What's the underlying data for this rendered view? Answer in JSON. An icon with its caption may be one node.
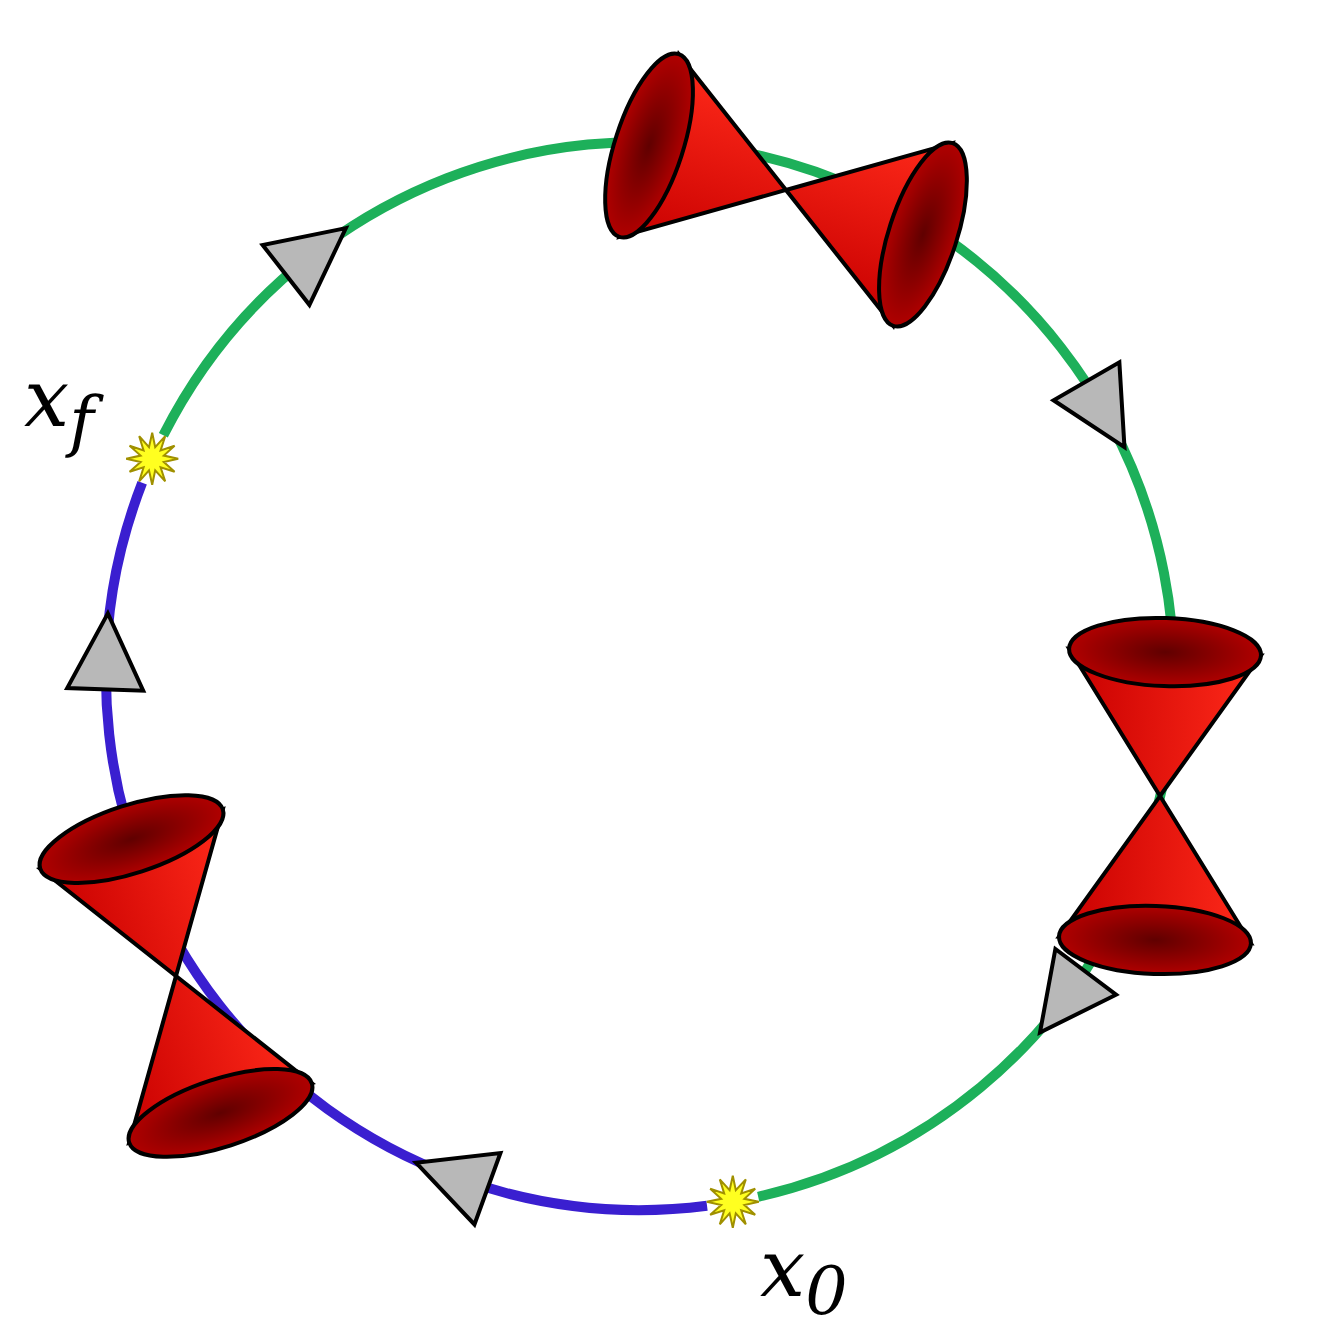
{
  "diagram": {
    "nodes": [
      {
        "text": [],
        "shape": "star",
        "beside": [
          "x$_{f}$"
        ]
      },
      {
        "text": [],
        "shape": "star",
        "beside": [
          "x$_{0}$"
        ]
      }
    ],
    "edges": [
      {
        "from": 0,
        "to": 1,
        "arrow": "to",
        "color": "#1db05a"
      },
      {
        "from": 1,
        "to": 0,
        "arrow": "to",
        "color": "#3a1fd0"
      }
    ]
  }
}
